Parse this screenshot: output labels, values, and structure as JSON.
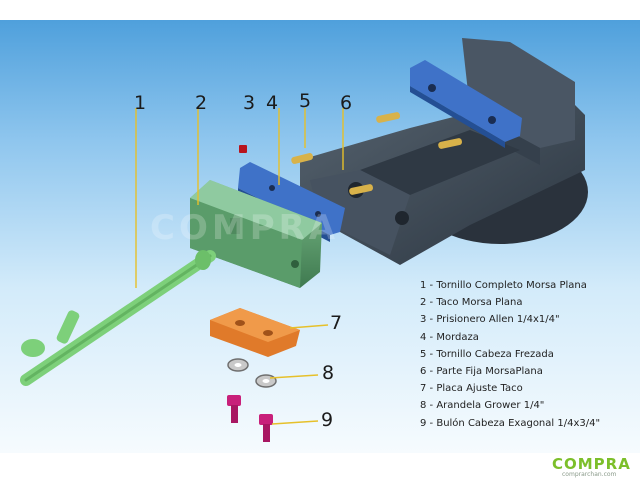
{
  "callouts": [
    "1",
    "2",
    "3",
    "4",
    "5",
    "6",
    "7",
    "8",
    "9"
  ],
  "legend": [
    "1 - Tornillo Completo Morsa Plana",
    "2 - Taco Morsa Plana",
    "3 - Prisionero Allen 1/4x1/4\"",
    "4 - Mordaza",
    "5 - Tornillo Cabeza Frezada",
    "6 - Parte Fija MorsaPlana",
    "7 - Placa Ajuste Taco",
    "8 - Arandela Grower 1/4\"",
    "9 - Bulón Cabeza Exagonal 1/4x3/4\""
  ],
  "watermark": "COMPRA",
  "logo": {
    "main": "COMPRA",
    "sub": "comprarchan.com"
  },
  "colors": {
    "vise_body": "#3d4a58",
    "jaw_blue": "#3f72c8",
    "block_green": "#5a9c6a",
    "handle_green": "#7dd07a",
    "plate_orange": "#e07a2a",
    "bolt_magenta": "#c8207a",
    "screw_gold": "#d8b24a"
  }
}
